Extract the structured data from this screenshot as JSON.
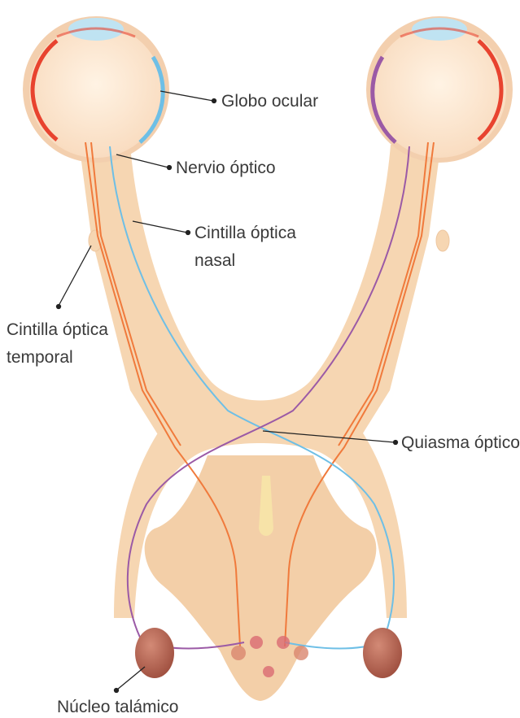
{
  "labels": {
    "globo_ocular": "Globo ocular",
    "nervio_optico": "Nervio óptico",
    "cintilla_nasal_line1": "Cintilla óptica",
    "cintilla_nasal_line2": "nasal",
    "cintilla_temporal_line1": "Cintilla óptica",
    "cintilla_temporal_line2": "temporal",
    "quiasma_optico": "Quiasma óptico",
    "nucleo_talamico": "Núcleo talámico"
  },
  "colors": {
    "tissue": "#f6d6b2",
    "tissue_edge": "#eec7a0",
    "eyeball": "#fde8d0",
    "eyeball_rim": "#f3cfae",
    "cornea": "#bfe3f2",
    "temporal_fiber": "#f07a3c",
    "nasal_fiber_blue": "#6ebfe6",
    "nasal_fiber_purple": "#9b5aa6",
    "retina_red": "#e8432f",
    "thalamus": "#b0614f",
    "leader_line": "#222222"
  }
}
